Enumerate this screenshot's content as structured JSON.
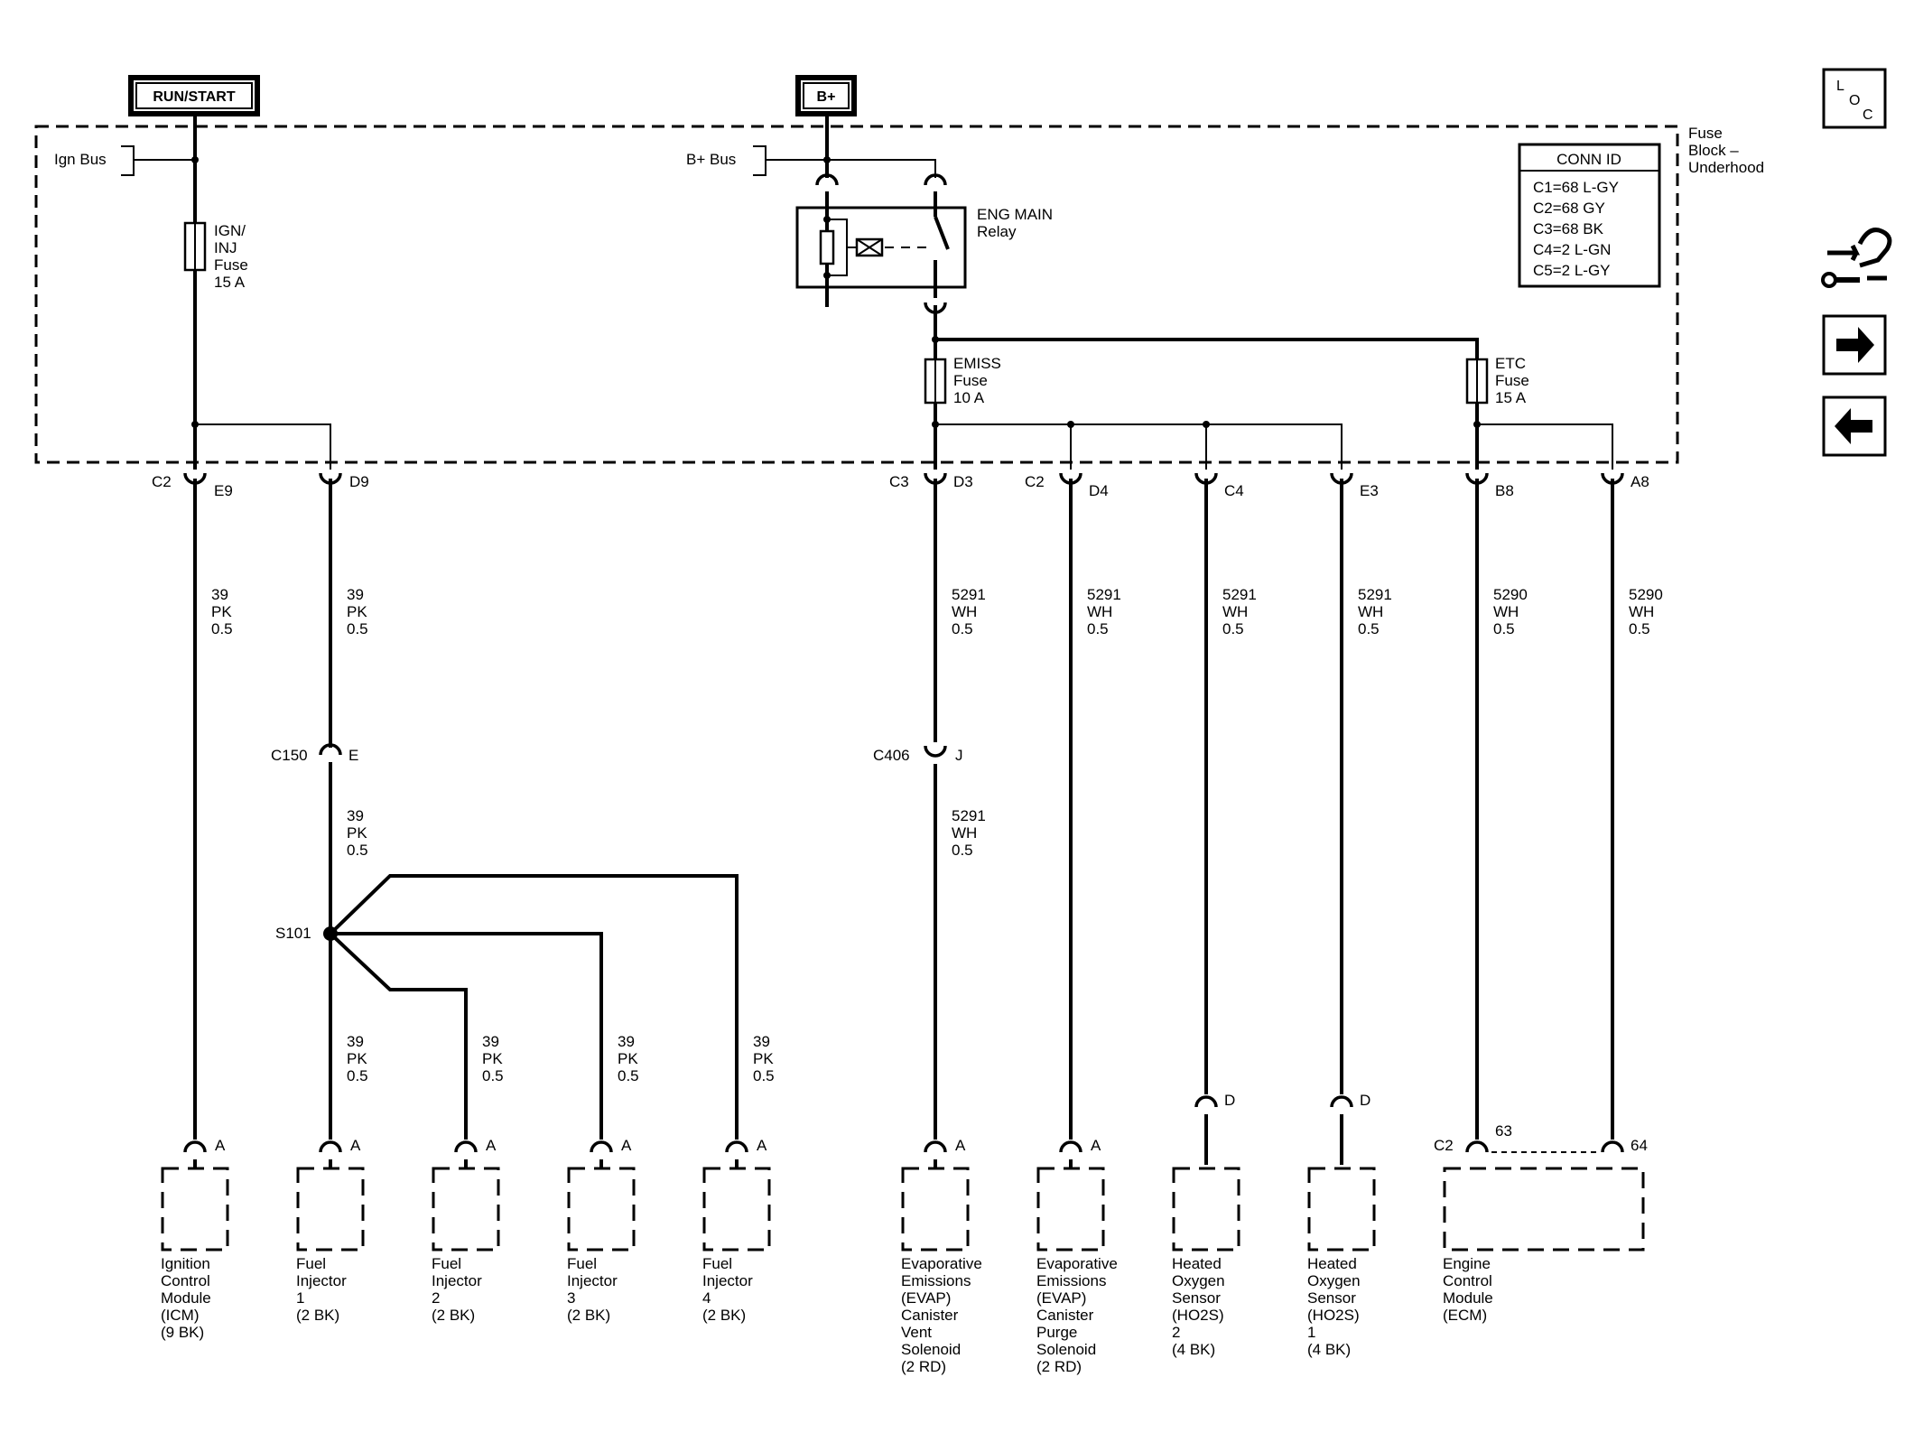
{
  "power_sources": {
    "run_start": "RUN/START",
    "b_plus": "B+"
  },
  "fuse_block": {
    "label_lines": [
      "Fuse",
      "Block –",
      "Underhood"
    ],
    "ign_bus": "Ign Bus",
    "b_bus": "B+ Bus",
    "conn_id": {
      "title": "CONN ID",
      "rows": [
        "C1=68 L-GY",
        "C2=68 GY",
        "C3=68 BK",
        "C4=2 L-GN",
        "C5=2 L-GY"
      ]
    },
    "ign_fuse": [
      "IGN/",
      "INJ",
      "Fuse",
      "15 A"
    ],
    "relay": [
      "ENG MAIN",
      "Relay"
    ],
    "emiss_fuse": [
      "EMISS",
      "Fuse",
      "10 A"
    ],
    "etc_fuse": [
      "ETC",
      "Fuse",
      "15 A"
    ]
  },
  "connectors": {
    "c2": "C2",
    "e9": "E9",
    "d9": "D9",
    "c3": "C3",
    "d3": "D3",
    "c2b": "C2",
    "d4": "D4",
    "c4": "C4",
    "e3": "E3",
    "b8": "B8",
    "a8": "A8",
    "c150": "C150",
    "e": "E",
    "c406": "C406",
    "j": "J",
    "s101": "S101",
    "pin_a": "A",
    "pin_d": "D",
    "ecm_c2": "C2",
    "p63": "63",
    "p64": "64"
  },
  "wires": {
    "pk": [
      "39",
      "PK",
      "0.5"
    ],
    "wh5291": [
      "5291",
      "WH",
      "0.5"
    ],
    "wh5290": [
      "5290",
      "WH",
      "0.5"
    ]
  },
  "components": {
    "icm": [
      "Ignition",
      "Control",
      "Module",
      "(ICM)",
      "(9 BK)"
    ],
    "inj1": [
      "Fuel",
      "Injector",
      "1",
      "(2 BK)"
    ],
    "inj2": [
      "Fuel",
      "Injector",
      "2",
      "(2 BK)"
    ],
    "inj3": [
      "Fuel",
      "Injector",
      "3",
      "(2 BK)"
    ],
    "inj4": [
      "Fuel",
      "Injector",
      "4",
      "(2 BK)"
    ],
    "vent": [
      "Evaporative",
      "Emissions",
      "(EVAP)",
      "Canister",
      "Vent",
      "Solenoid",
      "(2 RD)"
    ],
    "purge": [
      "Evaporative",
      "Emissions",
      "(EVAP)",
      "Canister",
      "Purge",
      "Solenoid",
      "(2 RD)"
    ],
    "ho2s2": [
      "Heated",
      "Oxygen",
      "Sensor",
      "(HO2S)",
      "2",
      "(4 BK)"
    ],
    "ho2s1": [
      "Heated",
      "Oxygen",
      "Sensor",
      "(HO2S)",
      "1",
      "(4 BK)"
    ],
    "ecm": [
      "Engine",
      "Control",
      "Module",
      "(ECM)"
    ]
  },
  "nav": {
    "loc_l": "L",
    "loc_o": "O",
    "loc_c": "C"
  },
  "icons": [
    "location-icon",
    "wrench-hand-icon",
    "forward-arrow-icon",
    "back-arrow-icon"
  ],
  "colors": {
    "ink": "#000000",
    "paper": "#ffffff"
  }
}
